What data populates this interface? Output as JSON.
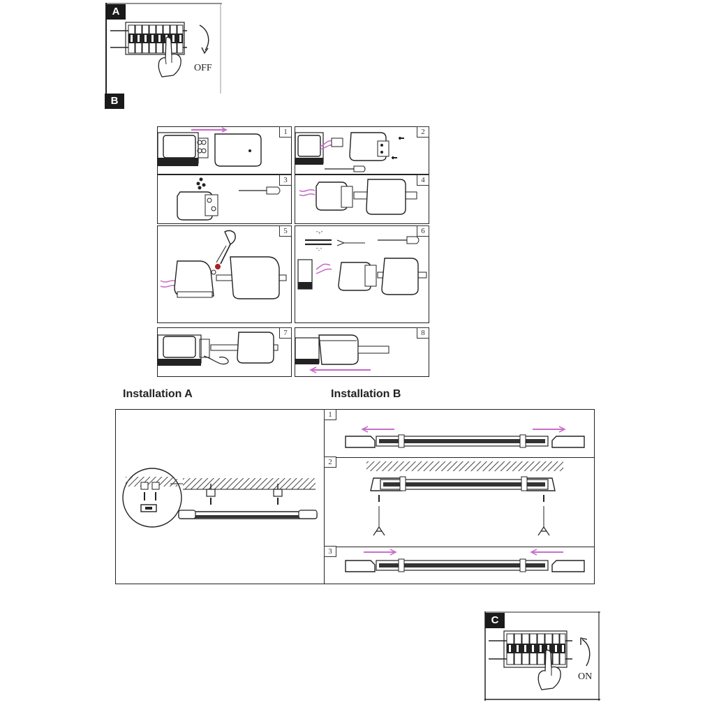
{
  "section_a": {
    "badge": "A",
    "switch_state": "OFF",
    "arrow_icon": "arrow-down-curved-icon"
  },
  "section_b": {
    "badge": "B",
    "steps": [
      "1",
      "2",
      "3",
      "4",
      "5",
      "6",
      "7",
      "8"
    ],
    "wire_labels": {
      "plus": "\"+\"",
      "minus": "\"-\""
    },
    "accent_color": "#c86fc9"
  },
  "installation_a": {
    "title": "Installation A"
  },
  "installation_b": {
    "title": "Installation B",
    "steps": [
      "1",
      "2",
      "3"
    ]
  },
  "section_c": {
    "badge": "C",
    "switch_state": "ON",
    "arrow_icon": "arrow-up-curved-icon"
  }
}
